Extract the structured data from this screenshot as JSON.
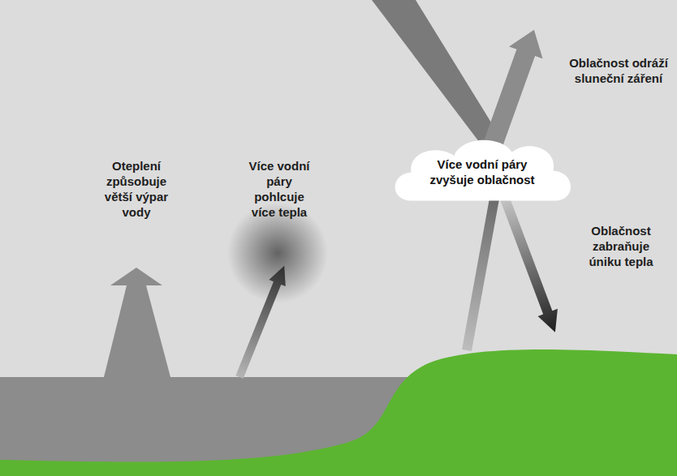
{
  "diagram": {
    "nodes": [
      {
        "text": [
          "Více vodní páry zvyšuje oblačnost"
        ]
      }
    ],
    "labels": [
      "Oteplení způsobuje větší výpar vody",
      "Více vodní páry pohlcuje více tepla",
      "Oblačnost odráží sluneční záření",
      "Oblačnost zabraňuje úniku tepla"
    ]
  }
}
